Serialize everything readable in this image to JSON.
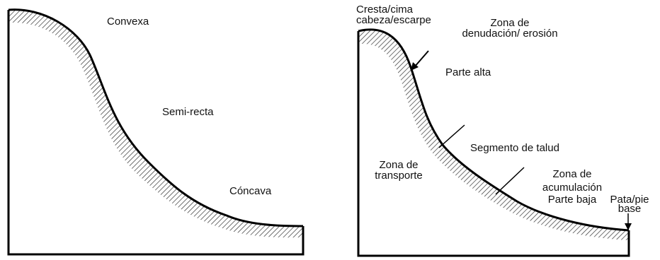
{
  "left_diagram": {
    "convexa": "Convexa",
    "semirecta": "Semi-recta",
    "concava": "Cóncava"
  },
  "right_diagram": {
    "cresta": "Cresta/cima",
    "cabeza": "cabeza/escarpe",
    "zona_denudacion_l1": "Zona de",
    "zona_denudacion_l2": "denudación/ erosión",
    "parte_alta": "Parte alta",
    "segmento": "Segmento de talud",
    "zona_transporte_l1": "Zona de",
    "zona_transporte_l2": "transporte",
    "zona_acumulacion_l1": "Zona de",
    "zona_acumulacion_l2": "acumulación",
    "parte_baja": "Parte baja",
    "pata": "Pata/pie",
    "base": "base"
  },
  "colors": {
    "line": "#000000",
    "hatch": "#333333",
    "background": "#ffffff"
  }
}
